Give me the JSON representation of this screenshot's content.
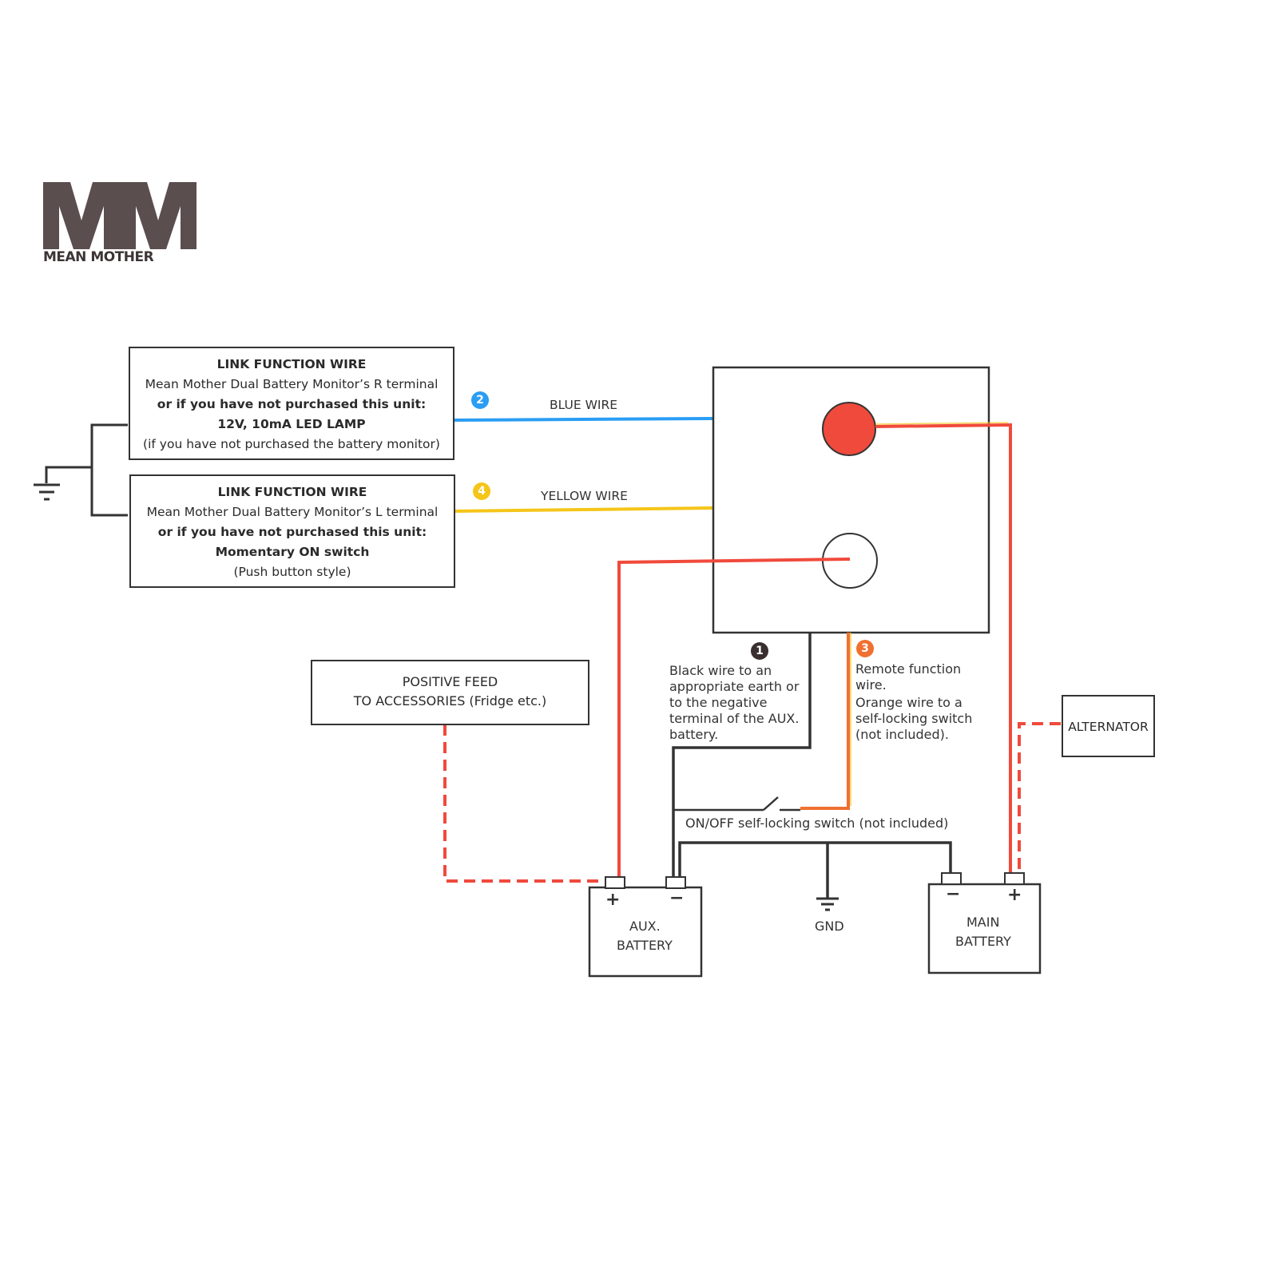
{
  "logo": {
    "mark": "MM",
    "brand": "MEAN MOTHER",
    "color": "#5a4e4e"
  },
  "colors": {
    "blue_wire": "#2a9df4",
    "yellow_wire": "#f5c518",
    "red_wire": "#f04a3c",
    "orange_wire": "#f07030",
    "black_wire": "#333333",
    "led_fill": "#f04a3c"
  },
  "link_box_r": {
    "title": "LINK FUNCTION WIRE",
    "line1": "Mean Mother Dual Battery Monitor’s R terminal",
    "line2": "or if you have not purchased this unit:",
    "line3": "12V, 10mA LED LAMP",
    "line4": "(if you have not purchased the battery monitor)"
  },
  "link_box_l": {
    "title": "LINK FUNCTION WIRE",
    "line1": "Mean Mother Dual Battery Monitor’s L terminal",
    "line2": "or if you have not purchased this unit:",
    "line3": "Momentary ON switch",
    "line4": "(Push button style)"
  },
  "wires": {
    "blue": {
      "badge": "2",
      "label": "BLUE WIRE"
    },
    "yellow": {
      "badge": "4",
      "label": "YELLOW WIRE"
    }
  },
  "notes": {
    "black": {
      "badge": "1",
      "text": "Black wire to an appropriate earth or to the negative terminal of the AUX. battery."
    },
    "remote_title": {
      "badge": "3",
      "text": "Remote function wire."
    },
    "remote_body": "Orange wire to a self-locking switch (not included)."
  },
  "positive_feed": {
    "line1": "POSITIVE FEED",
    "line2": "TO ACCESSORIES (Fridge etc.)"
  },
  "switch_label": "ON/OFF self-locking switch (not included)",
  "alternator": "ALTERNATOR",
  "aux_battery": {
    "line1": "AUX.",
    "line2": "BATTERY",
    "plus": "+",
    "minus": "−"
  },
  "main_battery": {
    "line1": "MAIN",
    "line2": "BATTERY",
    "plus": "+",
    "minus": "−"
  },
  "gnd_label": "GND"
}
